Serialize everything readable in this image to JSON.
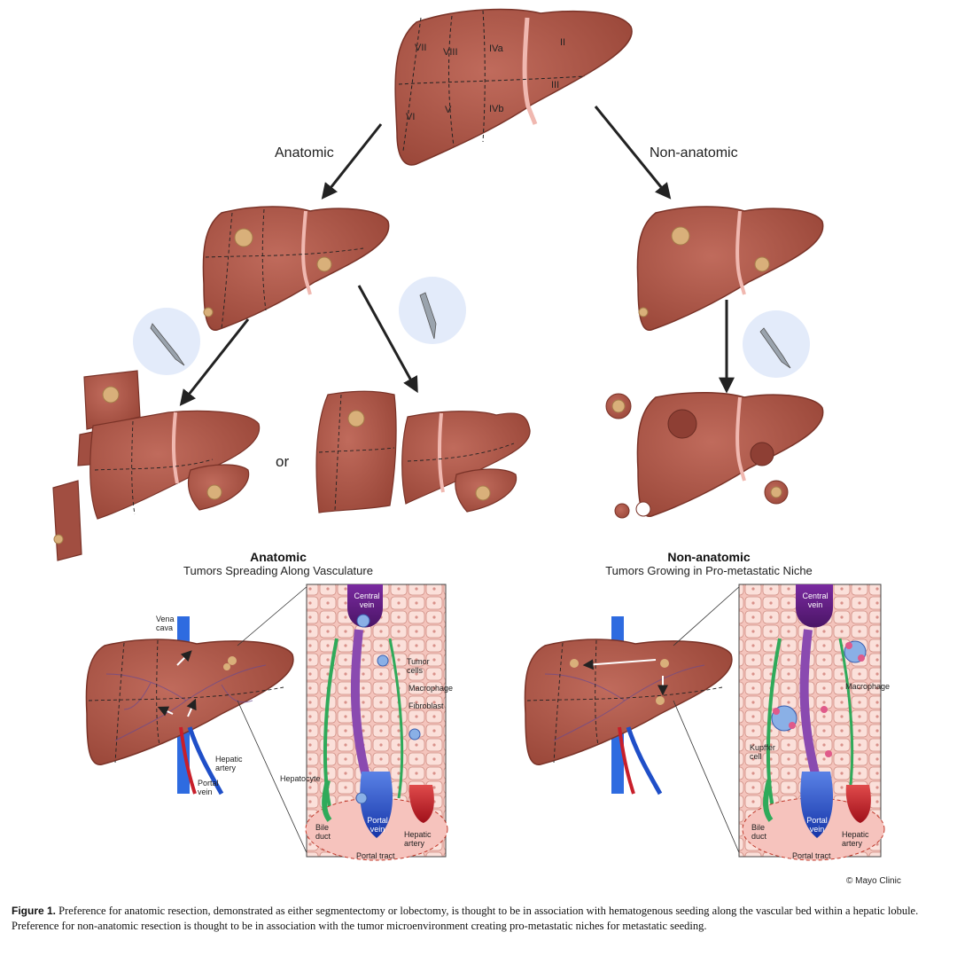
{
  "segments": [
    "VII",
    "VIII",
    "IVa",
    "II",
    "III",
    "VI",
    "V",
    "IVb"
  ],
  "branch_labels": {
    "left": "Anatomic",
    "right": "Non-anatomic"
  },
  "or_label": "or",
  "panels": {
    "left": {
      "title": "Anatomic",
      "subtitle": "Tumors Spreading Along Vasculature"
    },
    "right": {
      "title": "Non-anatomic",
      "subtitle": "Tumors Growing in Pro-metastatic Niche"
    }
  },
  "labels": {
    "vena_cava": "Vena cava",
    "hepatic_artery": "Hepatic artery",
    "portal_vein": "Portal vein",
    "central_vein": "Central vein",
    "tumor_cells": "Tumor cells",
    "macrophage": "Macrophage",
    "fibroblast": "Fibroblast",
    "hepatocyte": "Hepatocyte",
    "bile_duct": "Bile duct",
    "portal_vein_lobule": "Portal vein",
    "hepatic_artery_lobule": "Hepatic artery",
    "portal_tract": "Portal tract",
    "kupffer_cell": "Kupffer cell"
  },
  "credit": "© Mayo Clinic",
  "caption": {
    "label": "Figure 1.",
    "text": "Preference for anatomic resection, demonstrated as either segmentectomy or lobectomy, is thought to be in association with hematogenous seeding along the vascular bed within a hepatic lobule. Preference for non-anatomic resection is thought to be in association with the tumor microenvironment creating pro-metastatic niches for metastatic seeding."
  },
  "colors": {
    "liver": "#b45a4c",
    "liver_dark": "#8e3f34",
    "tumor": "#d9b07a",
    "lobule_bg": "#f2b6ae",
    "central_vein": "#6a1f8a",
    "portal_vein": "#1f4fc8",
    "hepatic_artery": "#c81f2a",
    "bile_duct": "#2faa5a",
    "scalpel_bg": "#e3ebfa"
  }
}
